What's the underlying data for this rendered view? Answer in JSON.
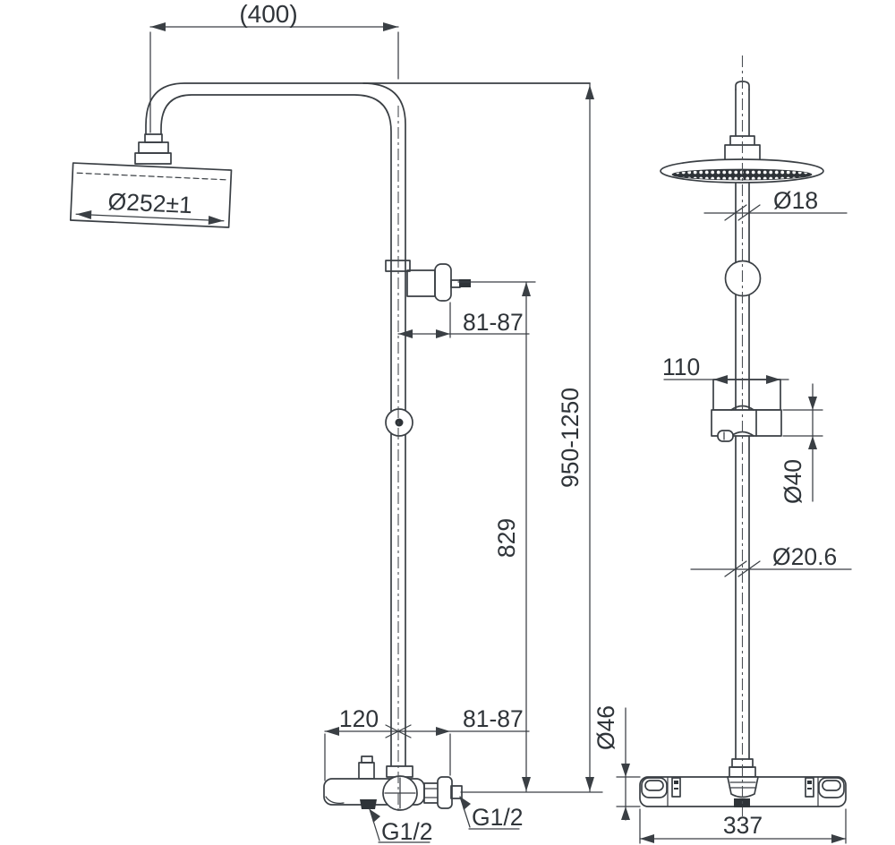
{
  "colors": {
    "background": "#ffffff",
    "line": "#3a3f44",
    "dark_fill": "#2e3338"
  },
  "front_view": {
    "labels": {
      "arm_span": "(400)",
      "head_diameter": "Ø252±1",
      "upper_wall_offset": "81-87",
      "pipe_height": "829",
      "total_height": "950-1250",
      "spout_reach": "120",
      "lower_wall_offset": "81-87",
      "spout_thread": "G1/2",
      "supply_thread": "G1/2"
    }
  },
  "side_view": {
    "labels": {
      "upper_pipe_diameter": "Ø18",
      "slider_width": "110",
      "slider_height": "Ø40",
      "lower_pipe_diameter": "Ø20.6",
      "mixer_diameter": "Ø46",
      "mixer_width": "337"
    }
  }
}
